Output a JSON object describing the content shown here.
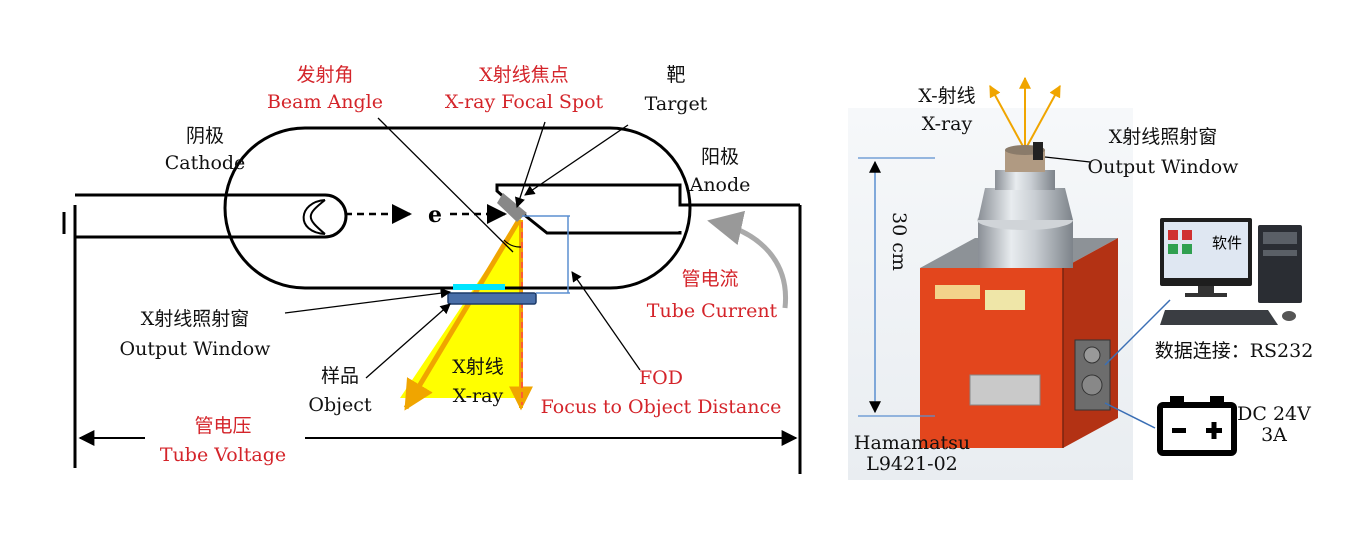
{
  "colors": {
    "label_red": "#d4242a",
    "beam_yellow": "#ffff00",
    "beam_edge_orange": "#f0a500",
    "window_blue": "#4a6fa8",
    "window_cyan": "#00e5ff",
    "box_orange": "#e3461d",
    "dimension_blue": "#5b8fd0"
  },
  "left": {
    "cathode": {
      "zh": "阴极",
      "en": "Cathode"
    },
    "beam_angle": {
      "zh": "发射角",
      "en": "Beam Angle"
    },
    "focal_spot": {
      "zh": "X射线焦点",
      "en": "X-ray Focal Spot"
    },
    "target": {
      "zh": "靶",
      "en": "Target"
    },
    "anode": {
      "zh": "阳极",
      "en": "Anode"
    },
    "electron": "e",
    "tube_current": {
      "zh": "管电流",
      "en": "Tube Current"
    },
    "output_window": {
      "zh": "X射线照射窗",
      "en": "Output Window"
    },
    "object": {
      "zh": "样品",
      "en": "Object"
    },
    "xray": {
      "zh": "X射线",
      "en": "X-ray"
    },
    "fod": {
      "zh": "FOD",
      "en": "Focus to Object Distance"
    },
    "tube_voltage": {
      "zh": "管电压",
      "en": "Tube Voltage"
    }
  },
  "right": {
    "xray": {
      "zh": "X-射线",
      "en": "X-ray"
    },
    "output_window": {
      "zh": "X射线照射窗",
      "en": "Output Window"
    },
    "height": "30 cm",
    "software": "软件",
    "data_link": "数据连接：RS232",
    "power": {
      "line1": "DC 24V",
      "line2": "3A"
    },
    "model": {
      "line1": "Hamamatsu",
      "line2": "L9421-02"
    }
  }
}
